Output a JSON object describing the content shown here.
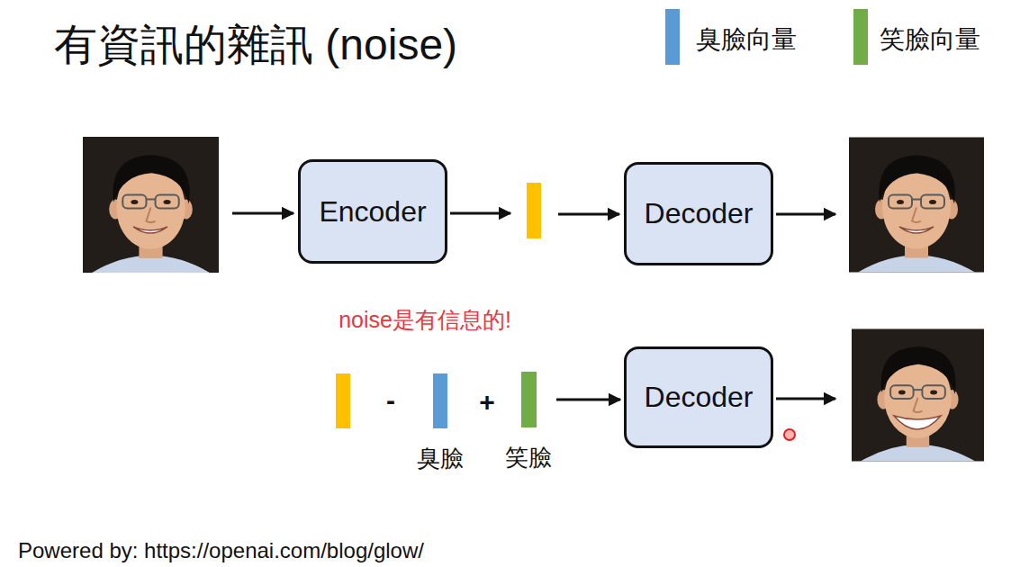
{
  "diagram": {
    "title": "有資訊的雜訊 (noise)",
    "nodes": [
      {
        "text": [
          "Encoder"
        ]
      },
      {
        "text": [
          "Decoder"
        ]
      },
      {
        "text": [
          "臭臉"
        ]
      },
      {
        "text": [
          "笑臉"
        ]
      },
      {
        "text": [
          "Decoder"
        ]
      }
    ],
    "edges": [
      {
        "from": 3,
        "to": 4,
        "arrow": "to"
      }
    ],
    "labels": [
      "noise是有信息的!",
      "-",
      "+",
      "Powered by: https://openai.com/blog/glow/"
    ],
    "legend": [
      {
        "text": "臭臉向量",
        "color": "#5b9bd5"
      },
      {
        "text": "笑臉向量",
        "color": "#70ad47"
      }
    ]
  }
}
